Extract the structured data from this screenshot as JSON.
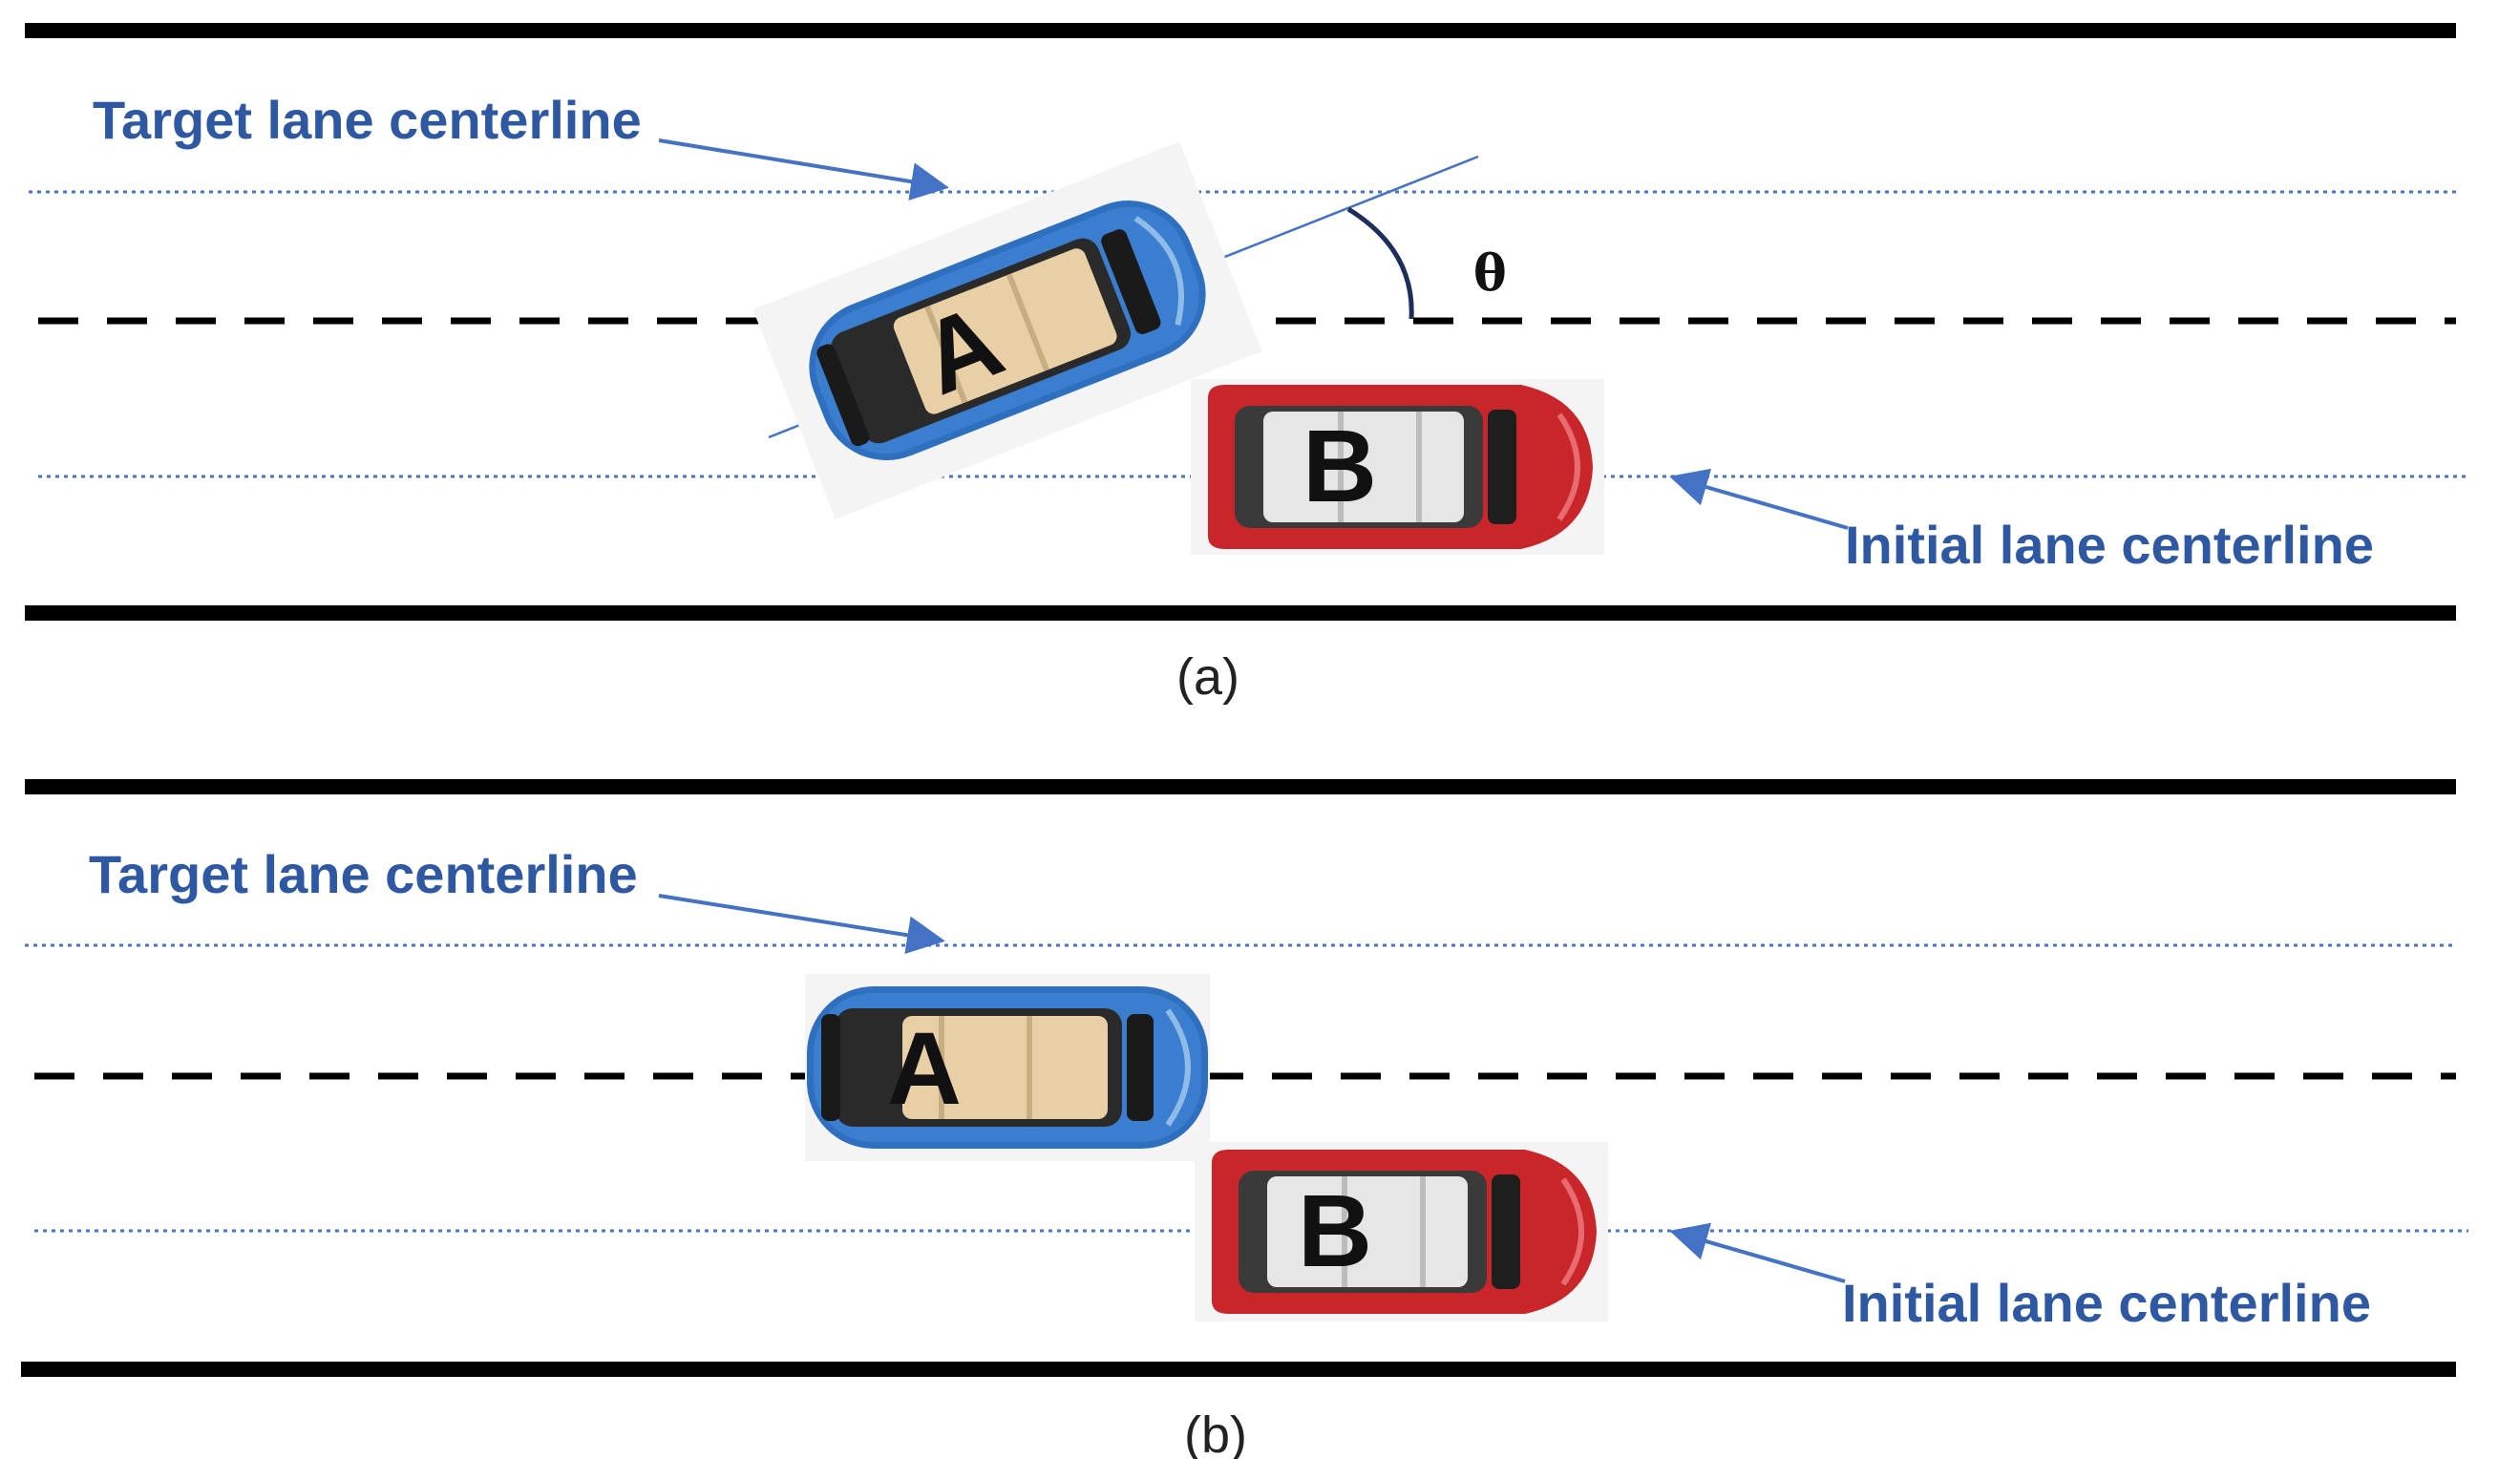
{
  "panels": [
    {
      "target_label": "Target lane centerline",
      "initial_label": "Initial lane centerline",
      "caption": "(a)",
      "car_a_letter": "A",
      "car_b_letter": "B",
      "angle_symbol": "θ"
    },
    {
      "target_label": "Target lane centerline",
      "initial_label": "Initial lane centerline",
      "caption": "(b)",
      "car_a_letter": "A",
      "car_b_letter": "B"
    }
  ],
  "colors": {
    "label_blue": "#2f58a3",
    "arrow_blue": "#4472c4",
    "centerline_dotted": "#4a72c6",
    "road_edge": "#000000",
    "car_a_body": "#2f6fbf",
    "car_b_body": "#c8262b",
    "interior_tan": "#e8cfa6",
    "interior_gray": "#e6e6e6"
  }
}
